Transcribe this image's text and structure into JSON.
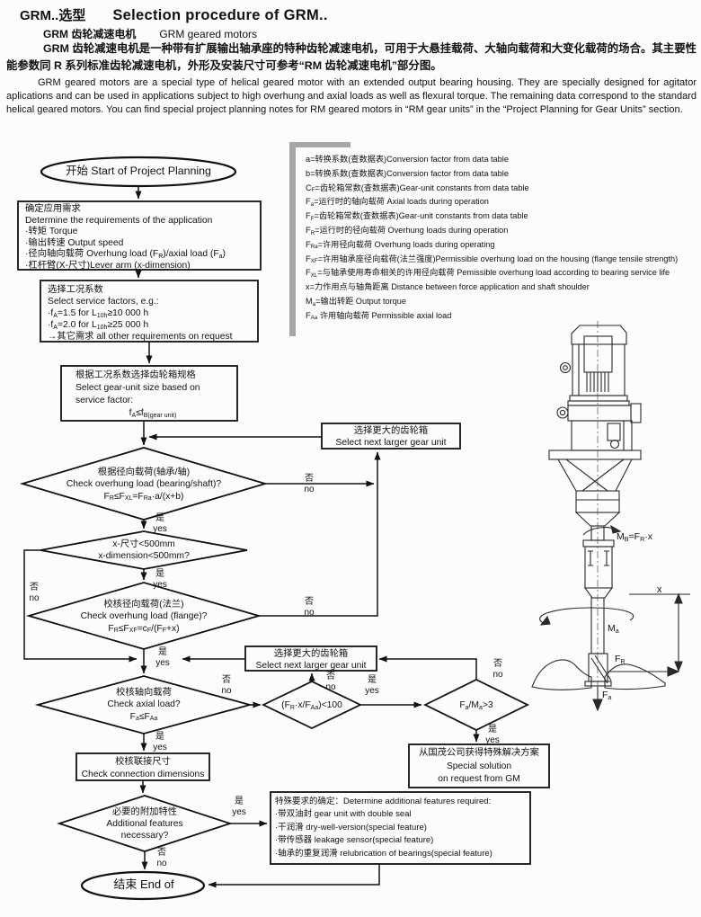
{
  "header": {
    "title_zh": "GRM..选型",
    "title_en": "Selection procedure of GRM..",
    "subtitle_zh": "GRM 齿轮减速电机",
    "subtitle_en": "GRM geared motors",
    "para_zh": "GRM 齿轮减速电机是一种带有扩展输出轴承座的特种齿轮减速电机，可用于大悬挂载荷、大轴向载荷和大变化载荷的场合。其主要性能参数同 R 系列标准齿轮减速电机，外形及安装尺寸可参考“RM 齿轮减速电机”部分图。",
    "para_en": "GRM geared motors are a special type of helical geared motor with an extended output bearing housing. They are specially designed for agitator aplications and can be used in applications subject to high overhung and axial loads as well as flexural torque. The remaining data correspond to the standard helical geared motors. You can find special project planning notes for RM geared motors in “RM gear units” in the “Project Planning for Gear Units” section."
  },
  "legend": {
    "items": [
      "a=转换系数(查数据表)Conversion factor from data table",
      "b=转换系数(查数据表)Conversion factor from data table",
      "C~F~=齿轮箱常数(查数据表)Gear-unit constants from data table",
      "F~a~=运行时的轴向载荷 Axial loads during operation",
      "F~F~=齿轮箱常数(查数据表)Gear-unit constants from data table",
      "F~R~=运行时的径向载荷 Overhung loads during operation",
      "F~Ra~=许用径向载荷 Overhung loads during operating",
      "F~XF~=许用轴承座径向载荷(法兰强度)Permissible overhung load on the housing (flange tensile strength)",
      "F~XL~=与轴承使用寿命相关的许用径向载荷 Pemissible overhung load according to bearing service life",
      "x=力作用点与轴角距离 Distance between force application and shaft shoulder",
      "M~a~=输出转距 Output torque",
      "F~Aa~ 许用轴向载荷 Permissible axial load"
    ]
  },
  "flow": {
    "start": "开始 Start of Project Planning",
    "end": "结束 End of",
    "labels": {
      "yes_zh": "是",
      "yes_en": "yes",
      "no_zh": "否",
      "no_en": "no"
    },
    "box1": {
      "lines": [
        "确定应用需求",
        "Determine the requirements of the application",
        "·转矩 Torque",
        "·输出转速 Output speed",
        "·径向轴向载荷 Overhung load (F~R~)/axial load (F~a~)",
        "·杠杆臂(X-尺寸)Lever arm (x-dimension)"
      ]
    },
    "box2": {
      "lines": [
        "选择工况系数",
        "Select service factors, e.g.:",
        "·f~A~=1.5 for L~10h~≥10 000 h",
        "·f~A~=2.0 for L~10h~≥25 000 h",
        "→其它需求 all other requirements on request"
      ]
    },
    "box3": {
      "lines": [
        "根据工况系数选择齿轮箱规格",
        "Select gear-unit size based on",
        "service factor:",
        "f~A~≤f~B(gear unit)~"
      ]
    },
    "box4": {
      "lines": [
        "选择更大的齿轮箱",
        "Select next larger gear unit"
      ]
    },
    "box5": {
      "lines": [
        "选择更大的齿轮箱",
        "Select next larger gear unit"
      ]
    },
    "box6": {
      "lines": [
        "从国茂公司获得特殊解决方案",
        "Special solution",
        "on request from GM"
      ]
    },
    "box7": {
      "lines": [
        "校核联接尺寸",
        "Check connection dimensions"
      ]
    },
    "box8": {
      "lines": [
        "特殊要求的确定：Determine additional features required:",
        "·带双油封 gear unit with double seal",
        "·干润滑 dry-well-version(special feature)",
        "·带传感器 leakage sensor(special feature)",
        "·轴承的重复润滑 relubrication of bearings(special feature)"
      ]
    },
    "d1": {
      "lines": [
        "根据径向载荷(轴承/轴)",
        "Check overhung load (bearing/shaft)?",
        "F~R~≤F~XL~=F~Ra~·a/(x+b)"
      ]
    },
    "d2": {
      "lines": [
        "x-尺寸<500mm",
        "x-dimension<500mm?"
      ]
    },
    "d3": {
      "lines": [
        "校核径向载荷(法兰)",
        "Check overhung load (flange)?",
        "F~R~≤F~XF~=c~F~/(F~F~+x)"
      ]
    },
    "d4": {
      "lines": [
        "校核轴向载荷",
        "Check axial load?",
        "F~a~≤F~Aa~"
      ]
    },
    "d5": {
      "line": "(F~R~·x/F~Aa~)<100"
    },
    "d6": {
      "line": "F~a~/M~a~>3"
    },
    "d7": {
      "lines": [
        "必要的附加特性",
        "Additional features",
        "necessary?"
      ]
    }
  },
  "drawing": {
    "labels": {
      "mb": "M~B~=F~R~·x",
      "x": "x",
      "ma": "M~a~",
      "fr": "F~R~",
      "fa": "F~a~"
    }
  },
  "colors": {
    "ink": "#111111",
    "paper": "#fcfcfc",
    "legend_border": "#a6a6a6"
  }
}
